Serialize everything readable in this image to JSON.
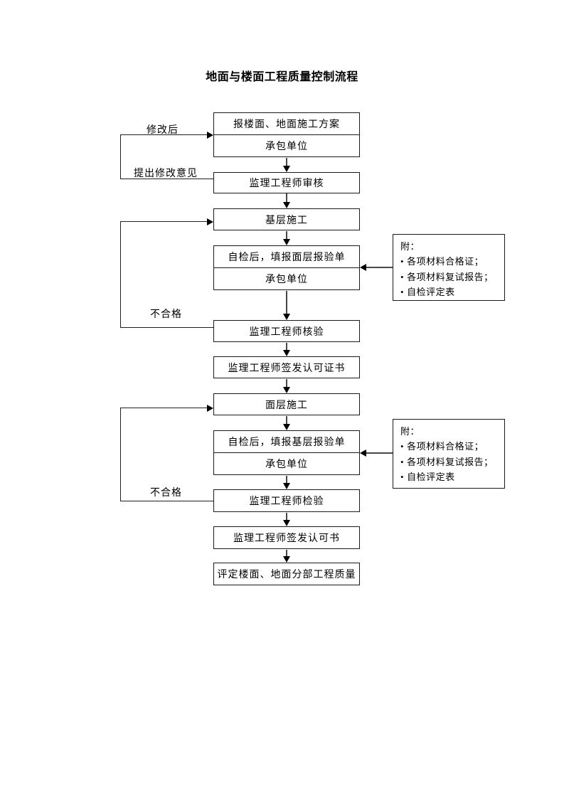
{
  "title": "地面与楼面工程质量控制流程",
  "flow": {
    "box_report_plan": {
      "line1": "报楼面、地面施工方案",
      "line2": "承包单位"
    },
    "box_supervisor_review": "监理工程师审核",
    "box_base_construction": "基层施工",
    "box_self_check_surface": {
      "line1": "自检后，填报面层报验单",
      "line2": "承包单位"
    },
    "box_supervisor_verify": "监理工程师核验",
    "box_issue_certificate": "监理工程师签发认可证书",
    "box_surface_construction": "面层施工",
    "box_self_check_base": {
      "line1": "自检后，填报基层报验单",
      "line2": "承包单位"
    },
    "box_supervisor_inspect": "监理工程师检验",
    "box_issue_approval": "监理工程师签发认可书",
    "box_quality_evaluation": "评定楼面、地面分部工程质量"
  },
  "labels": {
    "after_revision": "修改后",
    "propose_revision": "提出修改意见",
    "not_qualified_1": "不合格",
    "not_qualified_2": "不合格"
  },
  "attachments": {
    "bullet": "•",
    "box1": {
      "title": "附：",
      "items": [
        "各项材料合格证；",
        "各项材料复试报告；",
        "自检评定表"
      ]
    },
    "box2": {
      "title": "附：",
      "items": [
        "各项材料合格证；",
        "各项材料复试报告；",
        "自检评定表"
      ]
    }
  },
  "colors": {
    "background": "#ffffff",
    "border": "#1a1a1a",
    "arrow_shaft": "#474747",
    "arrow_head": "#000000",
    "text": "#000000"
  }
}
